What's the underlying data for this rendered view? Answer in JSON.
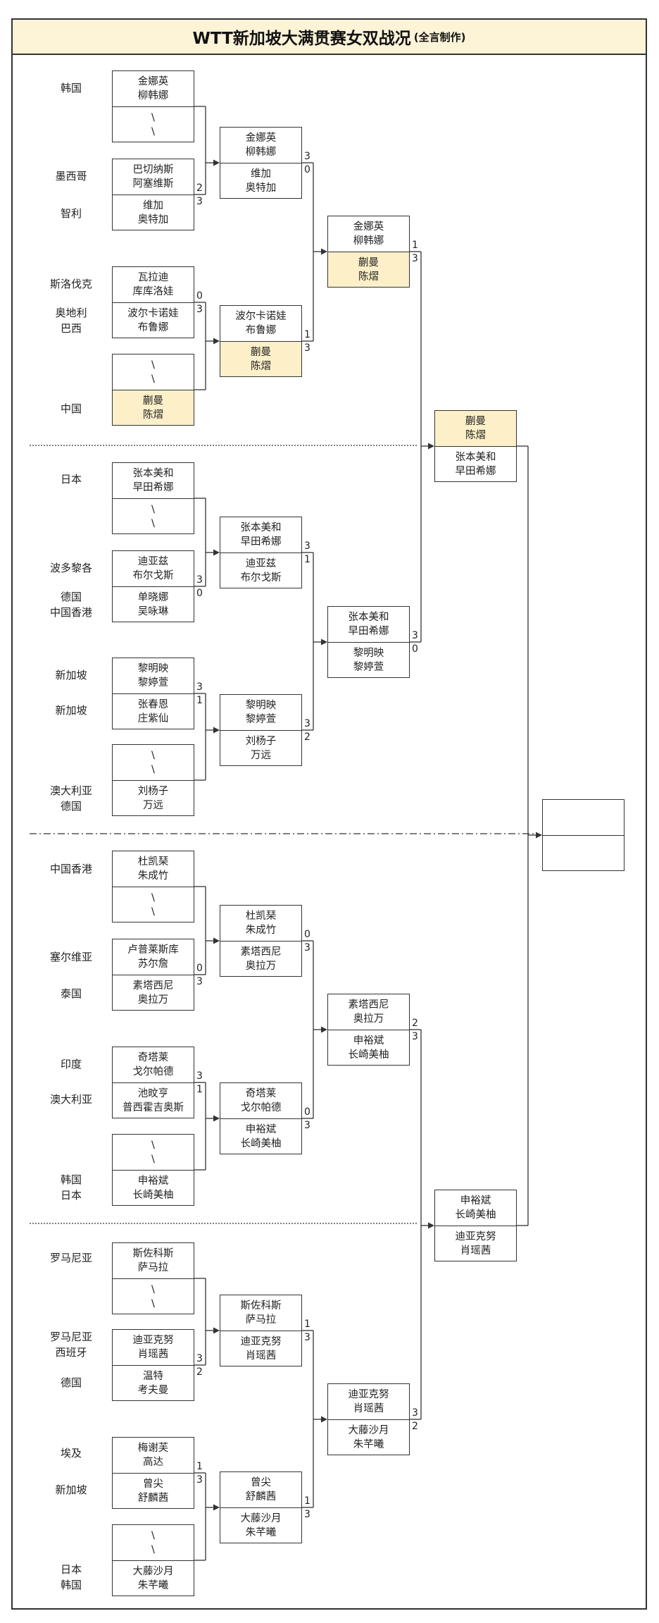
{
  "title": {
    "main": "WTT新加坡大满贯赛女双战况",
    "sub": "(全言制作)"
  },
  "countries": {
    "c1": [
      "韩国"
    ],
    "c2": [
      "墨西哥"
    ],
    "c3": [
      "智利"
    ],
    "c4": [
      "斯洛伐克"
    ],
    "c5": [
      "奥地利",
      "巴西"
    ],
    "c6": [
      "中国"
    ],
    "c7": [
      "日本"
    ],
    "c8": [
      "波多黎各"
    ],
    "c9": [
      "德国",
      "中国香港"
    ],
    "c10": [
      "新加坡"
    ],
    "c11": [
      "新加坡"
    ],
    "c12": [
      "澳大利亚",
      "德国"
    ],
    "c13": [
      "中国香港"
    ],
    "c14": [
      "塞尔维亚"
    ],
    "c15": [
      "泰国"
    ],
    "c16": [
      "印度"
    ],
    "c17": [
      "澳大利亚"
    ],
    "c18": [
      "韩国",
      "日本"
    ],
    "c19": [
      "罗马尼亚"
    ],
    "c20": [
      "罗马尼亚",
      "西班牙"
    ],
    "c21": [
      "德国"
    ],
    "c22": [
      "埃及"
    ],
    "c23": [
      "新加坡"
    ],
    "c24": [
      "日本",
      "韩国"
    ]
  },
  "round1": [
    {
      "a": [
        "金娜英",
        "柳韩娜"
      ],
      "b": [
        "\\",
        "\\"
      ]
    },
    {
      "a": [
        "巴切纳斯",
        "阿塞维斯"
      ],
      "b": [
        "维加",
        "奥特加"
      ],
      "sa": "2",
      "sb": "3"
    },
    {
      "a": [
        "瓦拉迪",
        "库库洛娃"
      ],
      "b": [
        "波尔卡诺娃",
        "布鲁娜"
      ],
      "sa": "0",
      "sb": "3"
    },
    {
      "a": [
        "\\",
        "\\"
      ],
      "b": [
        "蒯曼",
        "陈熠"
      ],
      "winb": true
    },
    {
      "a": [
        "张本美和",
        "早田希娜"
      ],
      "b": [
        "\\",
        "\\"
      ]
    },
    {
      "a": [
        "迪亚兹",
        "布尔戈斯"
      ],
      "b": [
        "单晓娜",
        "吴咏琳"
      ],
      "sa": "3",
      "sb": "0"
    },
    {
      "a": [
        "黎明映",
        "黎婷萱"
      ],
      "b": [
        "张春恩",
        "庄紫仙"
      ],
      "sa": "3",
      "sb": "1"
    },
    {
      "a": [
        "\\",
        "\\"
      ],
      "b": [
        "刘杨子",
        "万远"
      ]
    },
    {
      "a": [
        "杜凯琹",
        "朱成竹"
      ],
      "b": [
        "\\",
        "\\"
      ]
    },
    {
      "a": [
        "卢普莱斯库",
        "苏尔詹"
      ],
      "b": [
        "素塔西尼",
        "奥拉万"
      ],
      "sa": "0",
      "sb": "3"
    },
    {
      "a": [
        "奇塔莱",
        "戈尔帕德"
      ],
      "b": [
        "池旼亨",
        "普西霍吉奥斯"
      ],
      "sa": "3",
      "sb": "1"
    },
    {
      "a": [
        "\\",
        "\\"
      ],
      "b": [
        "申裕斌",
        "长崎美柚"
      ]
    },
    {
      "a": [
        "斯佐科斯",
        "萨马拉"
      ],
      "b": [
        "\\",
        "\\"
      ]
    },
    {
      "a": [
        "迪亚克努",
        "肖瑶茜"
      ],
      "b": [
        "温特",
        "考夫曼"
      ],
      "sa": "3",
      "sb": "2"
    },
    {
      "a": [
        "梅谢芙",
        "高达"
      ],
      "b": [
        "曾尖",
        "舒麟茜"
      ],
      "sa": "1",
      "sb": "3"
    },
    {
      "a": [
        "\\",
        "\\"
      ],
      "b": [
        "大藤沙月",
        "朱芊曦"
      ]
    }
  ],
  "round2": [
    {
      "a": [
        "金娜英",
        "柳韩娜"
      ],
      "b": [
        "维加",
        "奥特加"
      ],
      "sa": "3",
      "sb": "0"
    },
    {
      "a": [
        "波尔卡诺娃",
        "布鲁娜"
      ],
      "b": [
        "蒯曼",
        "陈熠"
      ],
      "sa": "1",
      "sb": "3",
      "winb": true
    },
    {
      "a": [
        "张本美和",
        "早田希娜"
      ],
      "b": [
        "迪亚兹",
        "布尔戈斯"
      ],
      "sa": "3",
      "sb": "1"
    },
    {
      "a": [
        "黎明映",
        "黎婷萱"
      ],
      "b": [
        "刘杨子",
        "万远"
      ],
      "sa": "3",
      "sb": "2"
    },
    {
      "a": [
        "杜凯琹",
        "朱成竹"
      ],
      "b": [
        "素塔西尼",
        "奥拉万"
      ],
      "sa": "0",
      "sb": "3"
    },
    {
      "a": [
        "奇塔莱",
        "戈尔帕德"
      ],
      "b": [
        "申裕斌",
        "长崎美柚"
      ],
      "sa": "0",
      "sb": "3"
    },
    {
      "a": [
        "斯佐科斯",
        "萨马拉"
      ],
      "b": [
        "迪亚克努",
        "肖瑶茜"
      ],
      "sa": "1",
      "sb": "3"
    },
    {
      "a": [
        "曾尖",
        "舒麟茜"
      ],
      "b": [
        "大藤沙月",
        "朱芊曦"
      ],
      "sa": "1",
      "sb": "3"
    }
  ],
  "quarter": [
    {
      "a": [
        "金娜英",
        "柳韩娜"
      ],
      "b": [
        "蒯曼",
        "陈熠"
      ],
      "sa": "1",
      "sb": "3",
      "winb": true
    },
    {
      "a": [
        "张本美和",
        "早田希娜"
      ],
      "b": [
        "黎明映",
        "黎婷萱"
      ],
      "sa": "3",
      "sb": "0"
    },
    {
      "a": [
        "素塔西尼",
        "奥拉万"
      ],
      "b": [
        "申裕斌",
        "长崎美柚"
      ],
      "sa": "2",
      "sb": "3"
    },
    {
      "a": [
        "迪亚克努",
        "肖瑶茜"
      ],
      "b": [
        "大藤沙月",
        "朱芊曦"
      ],
      "sa": "3",
      "sb": "2"
    }
  ],
  "semi": [
    {
      "a": [
        "蒯曼",
        "陈熠"
      ],
      "b": [
        "张本美和",
        "早田希娜"
      ],
      "wina": true
    },
    {
      "a": [
        "申裕斌",
        "长崎美柚"
      ],
      "b": [
        "迪亚克努",
        "肖瑶茜"
      ]
    }
  ],
  "final": {
    "a": [
      "",
      ""
    ],
    "b": [
      "",
      ""
    ]
  },
  "colors": {
    "winner_fill": "#fdf0c8",
    "title_fill": "#fdf3d7",
    "line": "#333333"
  }
}
